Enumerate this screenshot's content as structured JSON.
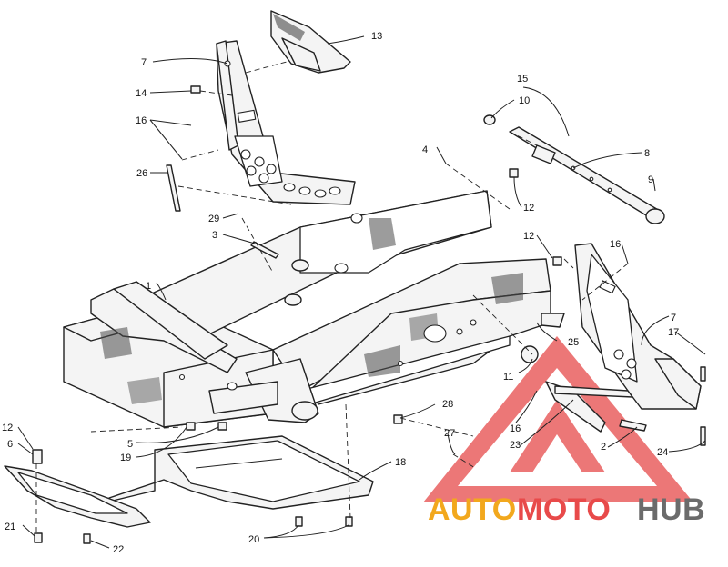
{
  "callouts": [
    "1",
    "2",
    "3",
    "4",
    "5",
    "6",
    "7",
    "7",
    "8",
    "9",
    "10",
    "11",
    "12",
    "12",
    "12",
    "13",
    "14",
    "15",
    "16",
    "16",
    "16",
    "17",
    "18",
    "19",
    "20",
    "21",
    "22",
    "23",
    "24",
    "25",
    "26",
    "27",
    "28",
    "29"
  ],
  "watermark": {
    "part1": "AUTO",
    "part2": "MOTO",
    "part3": "HUB",
    "color_orange": "#f2a81d",
    "color_red": "#e84a4a",
    "color_gray": "#6b6b6b",
    "logo_color": "#e64a4a"
  }
}
